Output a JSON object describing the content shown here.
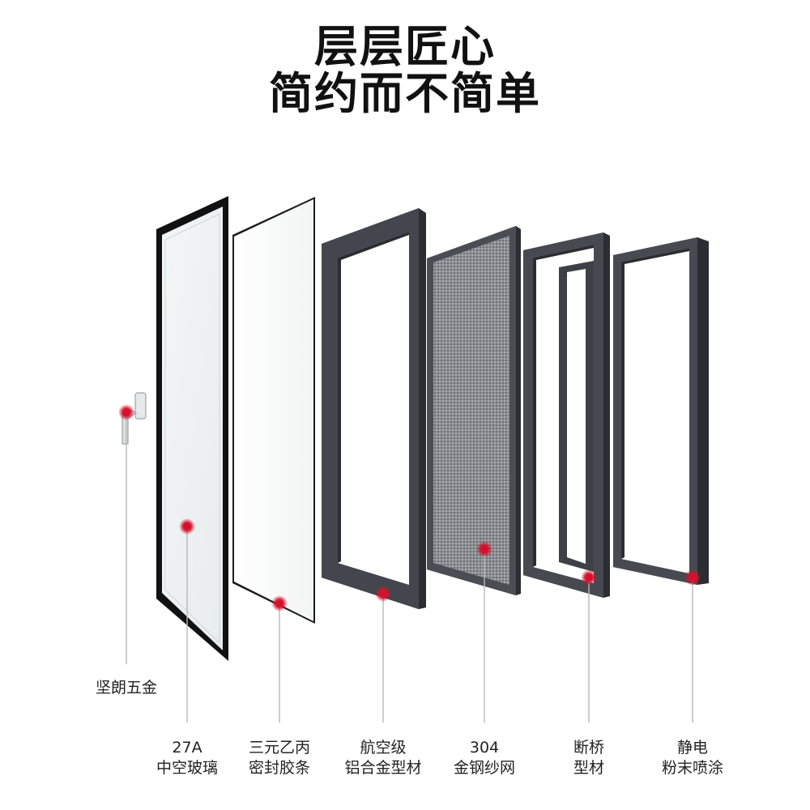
{
  "header": {
    "line1": "层层匠心",
    "line2": "简约而不简单"
  },
  "colors": {
    "frame_gray": "#3f4349",
    "frame_dark": "#2a2d31",
    "marker_red": "#d4102a",
    "leader_gray": "#b8b8b8",
    "text": "#222222"
  },
  "components": [
    {
      "id": "hardware",
      "lines": [
        "坚朗五金"
      ]
    },
    {
      "id": "glass",
      "lines": [
        "27A",
        "中空玻璃"
      ]
    },
    {
      "id": "gasket",
      "lines": [
        "三元乙丙",
        "密封胶条"
      ]
    },
    {
      "id": "aluminum",
      "lines": [
        "航空级",
        "铝合金型材"
      ]
    },
    {
      "id": "screen",
      "lines": [
        "304",
        "金钢纱网"
      ]
    },
    {
      "id": "thermal-break",
      "lines": [
        "断桥",
        "型材"
      ]
    },
    {
      "id": "coating",
      "lines": [
        "静电",
        "粉末喷涂"
      ]
    }
  ]
}
